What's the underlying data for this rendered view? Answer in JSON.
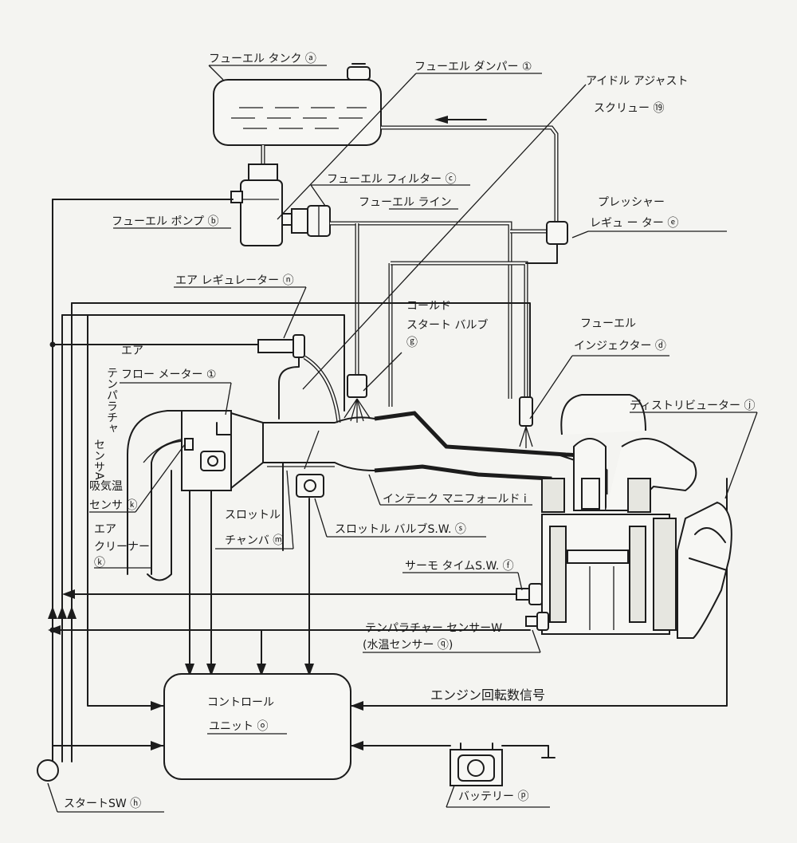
{
  "labels": {
    "fuel_tank": "フューエル タンク ⓐ",
    "fuel_damper": "フューエル ダンパー ①",
    "idle_adjust_1": "アイドル アジャスト",
    "idle_adjust_2": "スクリュー ⑲",
    "fuel_filter": "フューエル フィルター ⓒ",
    "fuel_line": "フューエル ライン",
    "fuel_pump": "フューエル ポンプ ⓑ",
    "pressure_reg_1": "プレッシャー",
    "pressure_reg_2": "レギュ ー ター ⓔ",
    "air_regulator": "エア レギュレーター ⓝ",
    "cold_start_1": "コールド",
    "cold_start_2": "スタート バルブ",
    "cold_start_3": "ⓖ",
    "fuel_injector_1": "フューエル",
    "fuel_injector_2": "インジェクター ⓓ",
    "temp_sensor_a_1": "テンパラチャ",
    "temp_sensor_a_2": "センサA",
    "air_flow_1": "エア",
    "air_flow_2": "フロー メーター ①",
    "distributor": "ディストリビューター ⓙ",
    "intake_temp_1": "吸気温",
    "intake_temp_2": "センサ ⓚ",
    "intake_manifold": "インテーク マニフォールド ⅰ",
    "throttle_chamber_1": "スロットル",
    "throttle_chamber_2": "チャンバ ⓜ",
    "throttle_valve_sw": "スロットル バルブS.W. ⓢ",
    "air_cleaner_1": "エア",
    "air_cleaner_2": "クリーナー",
    "air_cleaner_3": "ⓚ",
    "thermo_time_sw": "サーモ タイムS.W. ⓕ",
    "temp_sensor_w_1": "テンパラチャー センサーW",
    "temp_sensor_w_2": "(水温センサー ⓠ)",
    "control_unit_1": "コントロール",
    "control_unit_2": "ユニット ⓞ",
    "engine_rpm_signal": "エンジン回転数信号",
    "battery": "バッテリー ⓟ",
    "start_sw": "スタートSW ⓗ"
  }
}
